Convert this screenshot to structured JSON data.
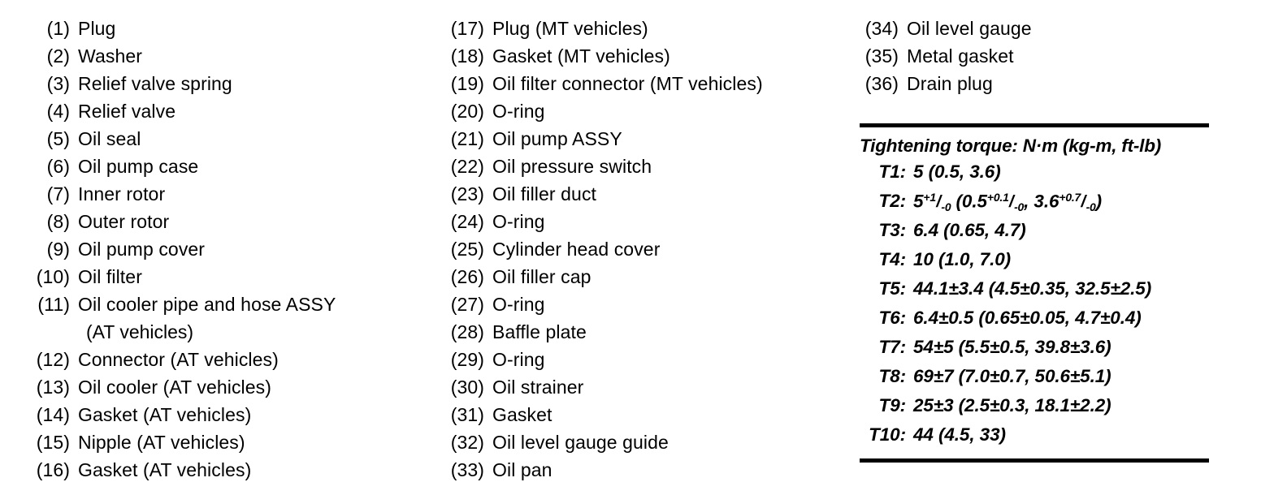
{
  "document": {
    "type": "parts-legend-with-torque-table"
  },
  "columns": [
    {
      "name": "parts-column-1",
      "items": [
        {
          "num": "(1)",
          "label": "Plug"
        },
        {
          "num": "(2)",
          "label": "Washer"
        },
        {
          "num": "(3)",
          "label": "Relief valve spring"
        },
        {
          "num": "(4)",
          "label": "Relief valve"
        },
        {
          "num": "(5)",
          "label": "Oil seal"
        },
        {
          "num": "(6)",
          "label": "Oil pump case"
        },
        {
          "num": "(7)",
          "label": "Inner rotor"
        },
        {
          "num": "(8)",
          "label": "Outer rotor"
        },
        {
          "num": "(9)",
          "label": "Oil pump cover"
        },
        {
          "num": "(10)",
          "label": "Oil filter"
        },
        {
          "num": "(11)",
          "label": "Oil cooler pipe and hose ASSY",
          "label_cont": "(AT vehicles)"
        },
        {
          "num": "(12)",
          "label": "Connector (AT vehicles)"
        },
        {
          "num": "(13)",
          "label": "Oil cooler (AT vehicles)"
        },
        {
          "num": "(14)",
          "label": "Gasket (AT vehicles)"
        },
        {
          "num": "(15)",
          "label": "Nipple (AT vehicles)"
        },
        {
          "num": "(16)",
          "label": "Gasket (AT vehicles)"
        }
      ]
    },
    {
      "name": "parts-column-2",
      "items": [
        {
          "num": "(17)",
          "label": "Plug (MT vehicles)"
        },
        {
          "num": "(18)",
          "label": "Gasket (MT vehicles)"
        },
        {
          "num": "(19)",
          "label": "Oil filter connector (MT vehicles)"
        },
        {
          "num": "(20)",
          "label": "O-ring"
        },
        {
          "num": "(21)",
          "label": "Oil pump ASSY"
        },
        {
          "num": "(22)",
          "label": "Oil pressure switch"
        },
        {
          "num": "(23)",
          "label": "Oil filler duct"
        },
        {
          "num": "(24)",
          "label": "O-ring"
        },
        {
          "num": "(25)",
          "label": "Cylinder head cover"
        },
        {
          "num": "(26)",
          "label": "Oil filler cap"
        },
        {
          "num": "(27)",
          "label": "O-ring"
        },
        {
          "num": "(28)",
          "label": "Baffle plate"
        },
        {
          "num": "(29)",
          "label": "O-ring"
        },
        {
          "num": "(30)",
          "label": "Oil strainer"
        },
        {
          "num": "(31)",
          "label": "Gasket"
        },
        {
          "num": "(32)",
          "label": "Oil level gauge guide"
        },
        {
          "num": "(33)",
          "label": "Oil pan"
        }
      ]
    },
    {
      "name": "parts-column-3",
      "items": [
        {
          "num": "(34)",
          "label": "Oil level gauge"
        },
        {
          "num": "(35)",
          "label": "Metal gasket"
        },
        {
          "num": "(36)",
          "label": "Drain plug"
        }
      ]
    }
  ],
  "torque": {
    "title": "Tightening torque: N·m (kg-m, ft-lb)",
    "rows": [
      {
        "key": "T1:",
        "value": "5 (0.5, 3.6)"
      },
      {
        "key": "T2:",
        "value": "5+1/-0 (0.5+0.1/-0, 3.6+0.7/-0)",
        "parts": [
          {
            "t": "base",
            "v": "5"
          },
          {
            "t": "tol",
            "sup": "+1",
            "sub": "-0"
          },
          {
            "t": "base",
            "v": " (0.5"
          },
          {
            "t": "tol",
            "sup": "+0.1",
            "sub": "-0"
          },
          {
            "t": "base",
            "v": ", 3.6"
          },
          {
            "t": "tol",
            "sup": "+0.7",
            "sub": "-0"
          },
          {
            "t": "base",
            "v": ")"
          }
        ]
      },
      {
        "key": "T3:",
        "value": "6.4 (0.65, 4.7)"
      },
      {
        "key": "T4:",
        "value": "10 (1.0, 7.0)"
      },
      {
        "key": "T5:",
        "value": "44.1±3.4 (4.5±0.35, 32.5±2.5)"
      },
      {
        "key": "T6:",
        "value": "6.4±0.5 (0.65±0.05, 4.7±0.4)"
      },
      {
        "key": "T7:",
        "value": "54±5 (5.5±0.5, 39.8±3.6)"
      },
      {
        "key": "T8:",
        "value": "69±7 (7.0±0.7, 50.6±5.1)"
      },
      {
        "key": "T9:",
        "value": "25±3 (2.5±0.3, 18.1±2.2)"
      },
      {
        "key": "T10:",
        "value": "44 (4.5, 33)"
      }
    ]
  },
  "colors": {
    "text": "#000000",
    "background": "#ffffff",
    "rule": "#000000"
  }
}
